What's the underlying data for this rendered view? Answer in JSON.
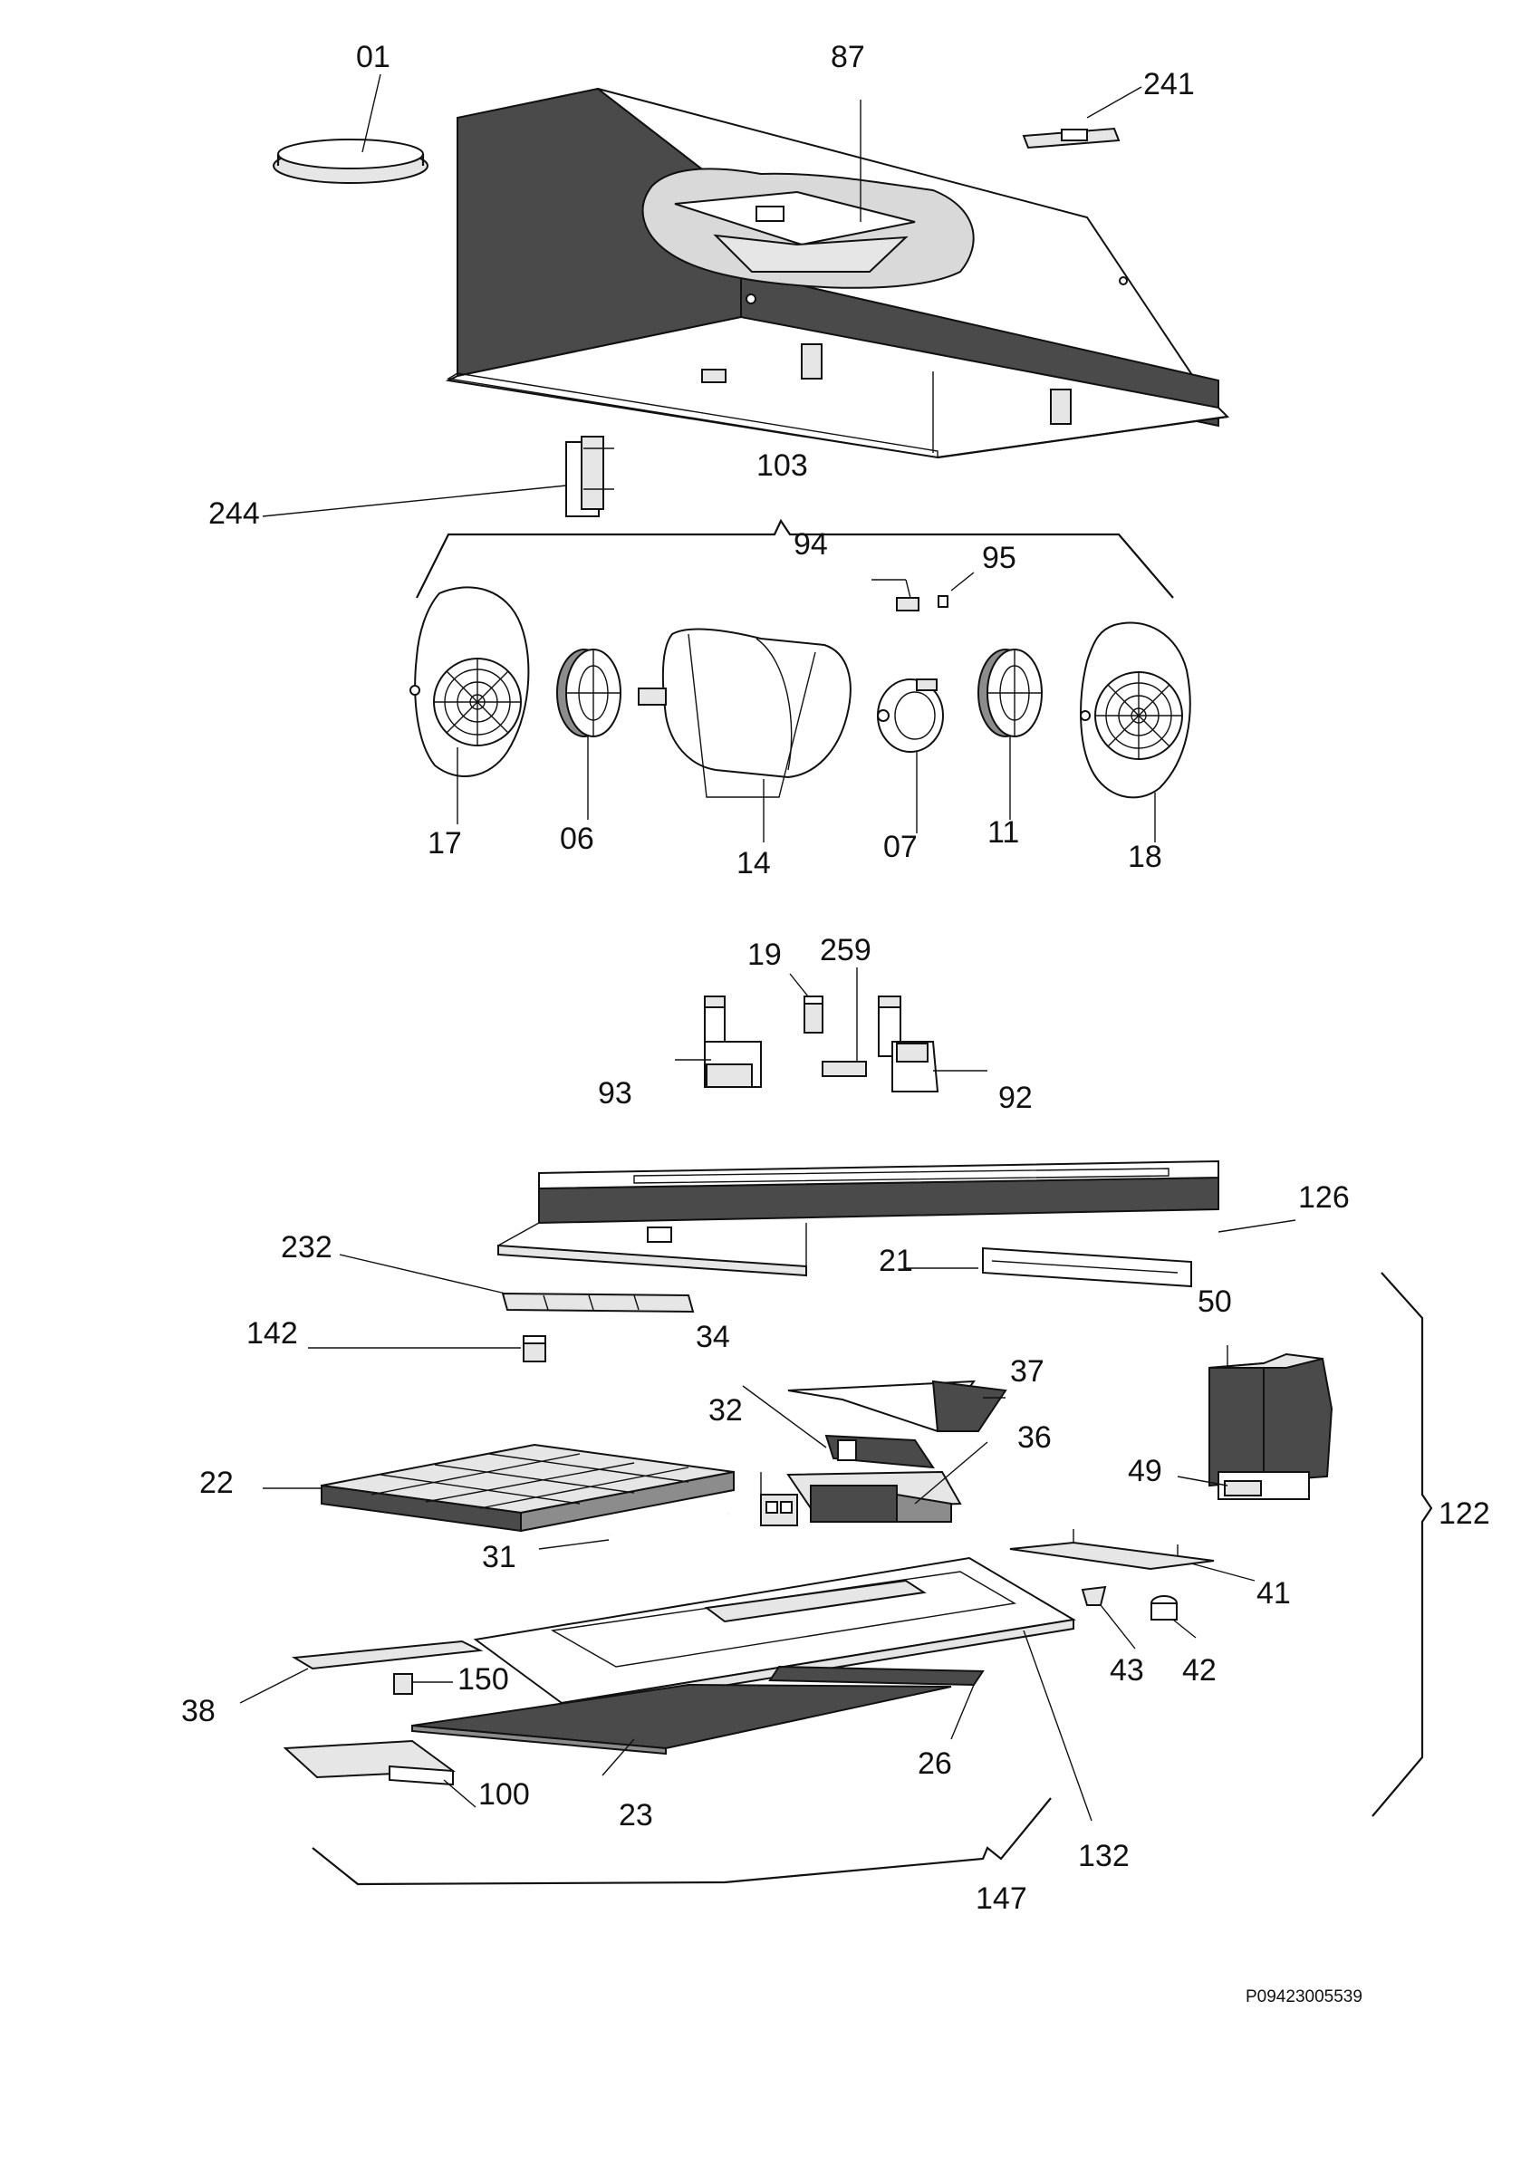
{
  "colors": {
    "ink": "#111111",
    "dark_fill": "#4a4a4a",
    "mid_fill": "#8c8c8c",
    "light_fill": "#e6e6e6"
  },
  "labels": {
    "p01": "01",
    "p87": "87",
    "p241": "241",
    "p244": "244",
    "p103": "103",
    "p94": "94",
    "p95": "95",
    "p17": "17",
    "p06": "06",
    "p14": "14",
    "p07": "07",
    "p11": "11",
    "p18": "18",
    "p19": "19",
    "p259": "259",
    "p93": "93",
    "p92": "92",
    "p126": "126",
    "p21": "21",
    "p50": "50",
    "p232": "232",
    "p142": "142",
    "p34": "34",
    "p37": "37",
    "p32": "32",
    "p36": "36",
    "p22": "22",
    "p49": "49",
    "p122": "122",
    "p31": "31",
    "p41": "41",
    "p43": "43",
    "p42": "42",
    "p150": "150",
    "p38": "38",
    "p26": "26",
    "p100": "100",
    "p23": "23",
    "p132": "132",
    "p147": "147"
  },
  "drawing_code": "P09423005539"
}
